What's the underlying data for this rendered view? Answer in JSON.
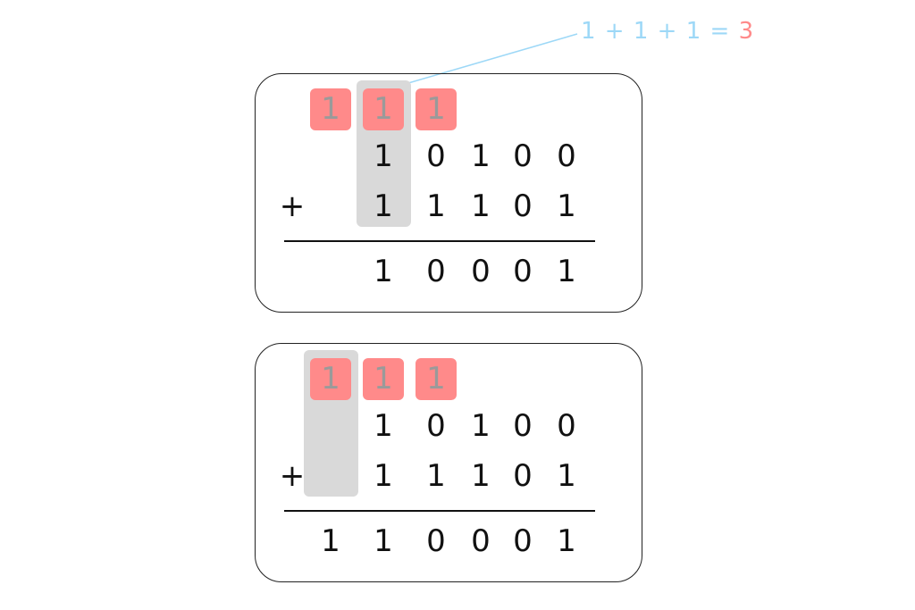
{
  "callout": {
    "expression": "1 + 1 + 1 = ",
    "result": "3"
  },
  "colors": {
    "carry": "#ff8a8a",
    "highlight": "#d9d9d9",
    "callout": "#9dd8f7"
  },
  "panels": [
    {
      "carries": [
        "1",
        "1",
        "1"
      ],
      "row1": [
        "1",
        "0",
        "1",
        "0",
        "0"
      ],
      "operator": "+",
      "row2": [
        "1",
        "1",
        "1",
        "0",
        "1"
      ],
      "result": [
        "",
        "1",
        "0",
        "0",
        "0",
        "1"
      ]
    },
    {
      "carries": [
        "1",
        "1",
        "1"
      ],
      "row1": [
        "1",
        "0",
        "1",
        "0",
        "0"
      ],
      "operator": "+",
      "row2": [
        "1",
        "1",
        "1",
        "0",
        "1"
      ],
      "result": [
        "1",
        "1",
        "0",
        "0",
        "0",
        "1"
      ]
    }
  ]
}
